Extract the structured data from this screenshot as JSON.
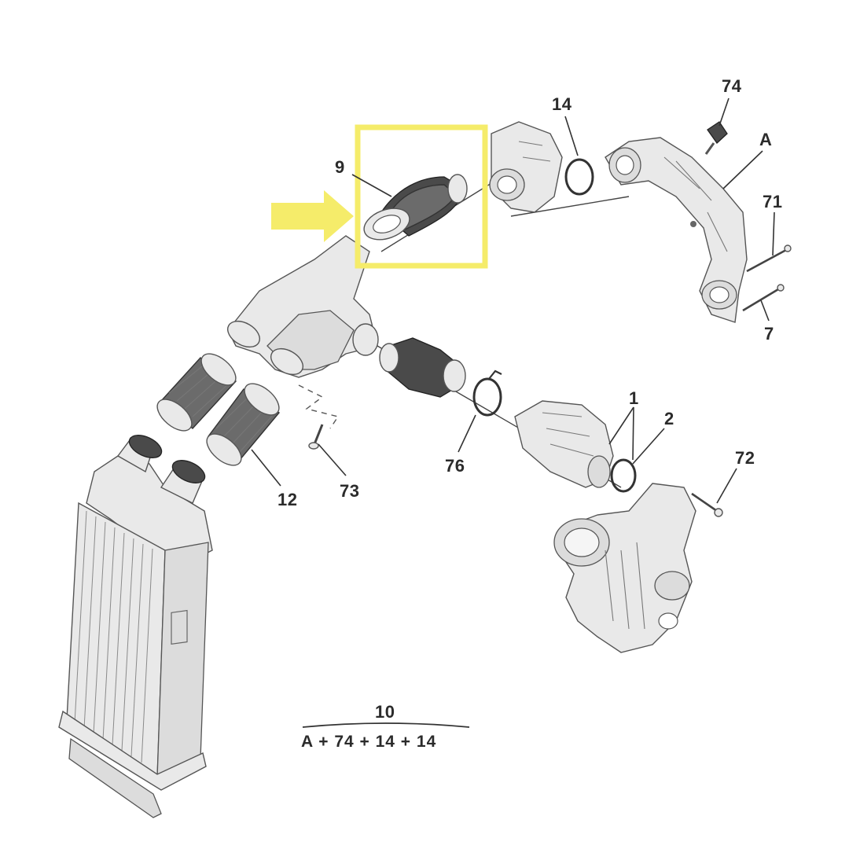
{
  "labels": {
    "p9": "9",
    "p14": "14",
    "p74": "74",
    "pA": "A",
    "p71": "71",
    "p7": "7",
    "p1": "1",
    "p2": "2",
    "p72": "72",
    "p76": "76",
    "p73": "73",
    "p12": "12"
  },
  "kit": {
    "number": "10",
    "formula": "A + 74 + 14 + 14"
  },
  "highlight": {
    "color": "#f5ec6a",
    "arrow_color": "#f5ec6a",
    "target": "9"
  }
}
